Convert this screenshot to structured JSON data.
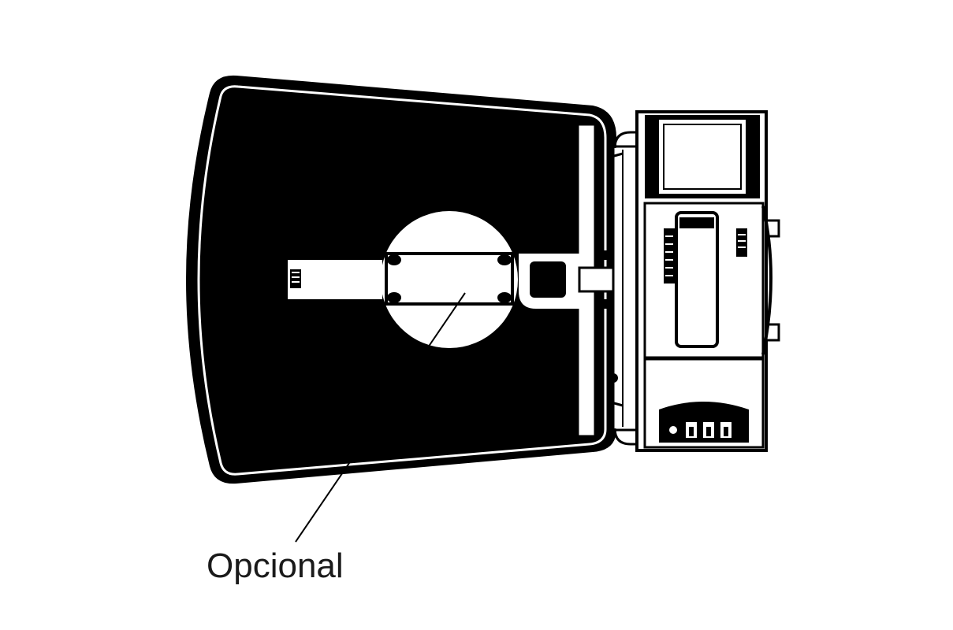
{
  "callout": {
    "label": "Opcional"
  },
  "colors": {
    "ink": "#000000",
    "paper": "#ffffff"
  },
  "parts": {
    "reflector": "reflector-hood",
    "mount": "optional-mount-bracket",
    "lamp_housing": "lamp-housing"
  }
}
